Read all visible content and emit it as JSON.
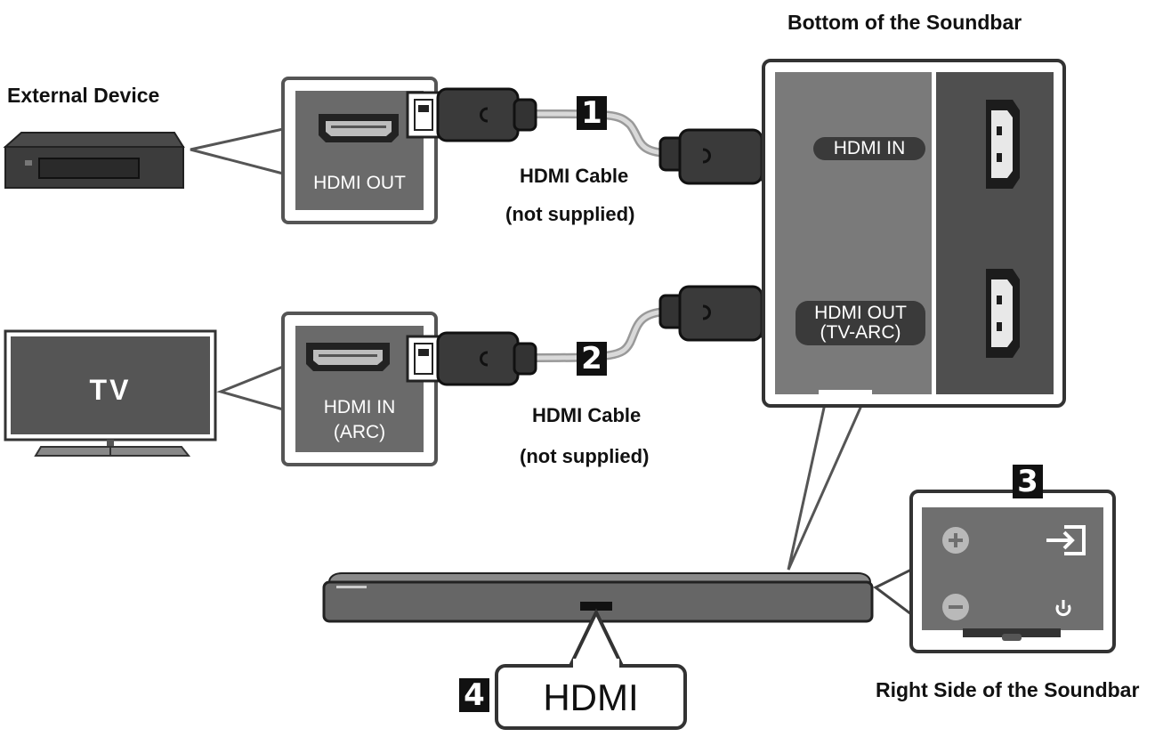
{
  "labels": {
    "external_device": "External Device",
    "bottom_of_soundbar": "Bottom of the Soundbar",
    "right_side_of_soundbar": "Right Side of the Soundbar",
    "tv": "TV"
  },
  "ports": {
    "external_hdmi_out": "HDMI OUT",
    "tv_hdmi_in_line1": "HDMI IN",
    "tv_hdmi_in_line2": "(ARC)",
    "soundbar_hdmi_in": "HDMI IN",
    "soundbar_hdmi_out_line1": "HDMI OUT",
    "soundbar_hdmi_out_line2": "(TV-ARC)"
  },
  "cables": {
    "cable1_line1": "HDMI Cable",
    "cable1_line2": "(not supplied)",
    "cable2_line1": "HDMI Cable",
    "cable2_line2": "(not supplied)"
  },
  "steps": {
    "step1": "1",
    "step2": "2",
    "step3": "3",
    "step4": "4"
  },
  "display": {
    "hdmi_display": "HDMI"
  },
  "icons": [
    "plus-icon",
    "minus-icon",
    "input-source-icon",
    "power-icon",
    "hdmi-port-icon",
    "hdmi-plug-icon"
  ]
}
